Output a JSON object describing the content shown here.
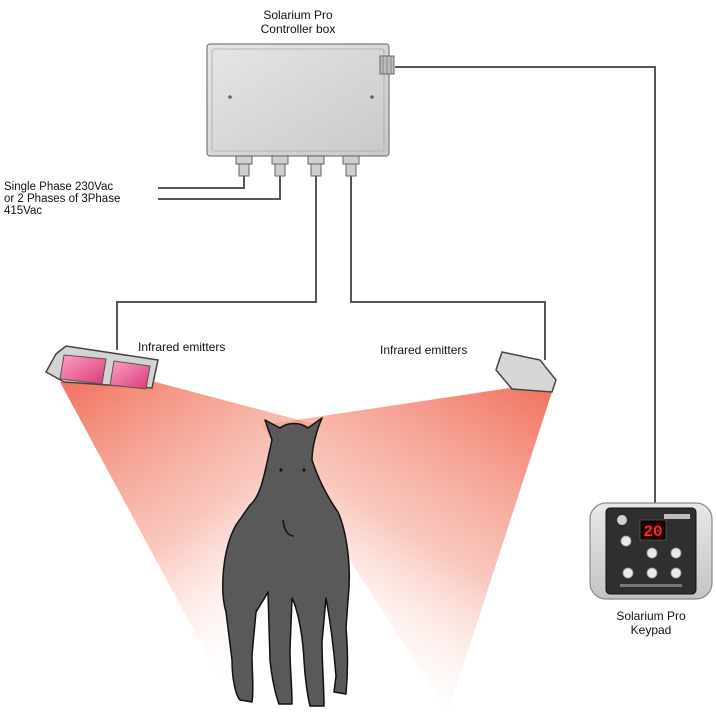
{
  "controller": {
    "title_line1": "Solarium Pro",
    "title_line2": "Controller box"
  },
  "power": {
    "line1": "Single Phase 230Vac",
    "line2": "or 2 Phases of 3Phase",
    "line3": "415Vac"
  },
  "emitters": {
    "left_label": "Infrared emitters",
    "right_label": "Infrared emitters"
  },
  "keypad": {
    "title_line1": "Solarium Pro",
    "title_line2": "Keypad",
    "display_value": "20"
  },
  "colors": {
    "cable": "#555555",
    "box_fill": "#d9d9d9",
    "beam": "#f06a55",
    "horse": "#595959",
    "display_red": "#ff2a2a"
  }
}
